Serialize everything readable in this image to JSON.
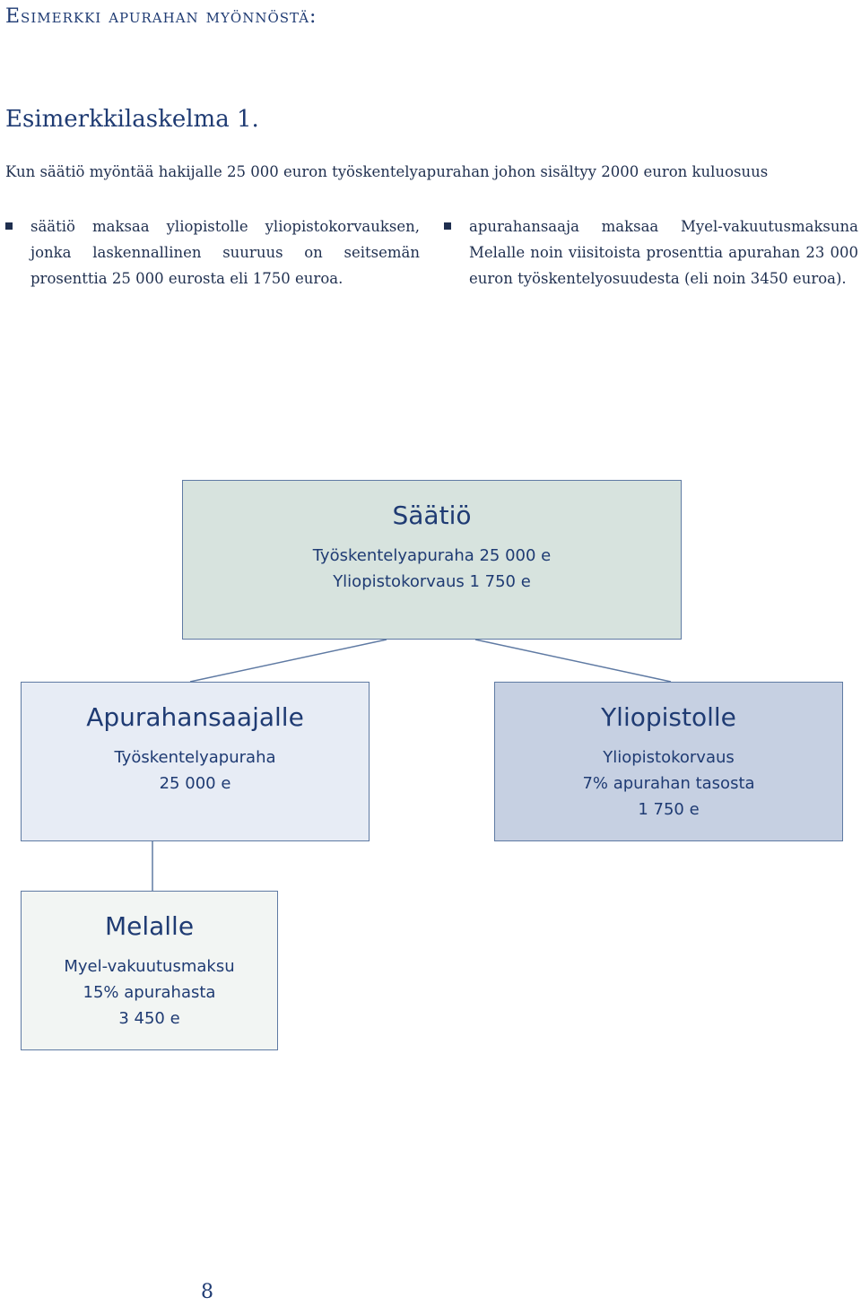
{
  "header": {
    "section_title": "Esimerkki apurahan myönnöstä:",
    "example_title": "Esimerkkilaskelma 1."
  },
  "intro": {
    "text": "Kun säätiö myöntää hakijalle 25 000 euron työskentelyapurahan johon sisältyy 2000 euron kuluosuus"
  },
  "bullets": [
    {
      "text": "säätiö maksaa yliopistolle yliopistokorvauksen, jonka laskennallinen suuruus on seitsemän prosenttia 25 000 eurosta eli 1750 euroa."
    },
    {
      "text": "apurahansaaja maksaa Myel-vakuutusmaksuna Melalle noin viisitoista prosenttia apurahan 23 000 euron työskentelyosuudesta (eli noin 3450 euroa)."
    }
  ],
  "diagram": {
    "foundation": {
      "heading": "Säätiö",
      "lines": [
        "Työskentelyapuraha 25 000 e",
        "Yliopistokorvaus 1 750 e"
      ]
    },
    "recipient": {
      "heading": "Apurahansaajalle",
      "lines": [
        "Työskentelyapuraha",
        "25 000 e"
      ]
    },
    "university": {
      "heading": "Yliopistolle",
      "lines": [
        "Yliopistokorvaus",
        "7% apurahan tasosta",
        "1 750 e"
      ]
    },
    "melalle": {
      "heading": "Melalle",
      "lines": [
        "Myel-vakuutusmaksu",
        "15% apurahasta",
        "3 450 e"
      ]
    },
    "colors": {
      "foundation_fill": "#d7e3de",
      "recipient_fill": "#e7ecf5",
      "university_fill": "#c6d0e2",
      "melalle_fill": "#f2f5f3",
      "border": "#5f7aa3"
    }
  },
  "footer": {
    "page_number": "8"
  }
}
